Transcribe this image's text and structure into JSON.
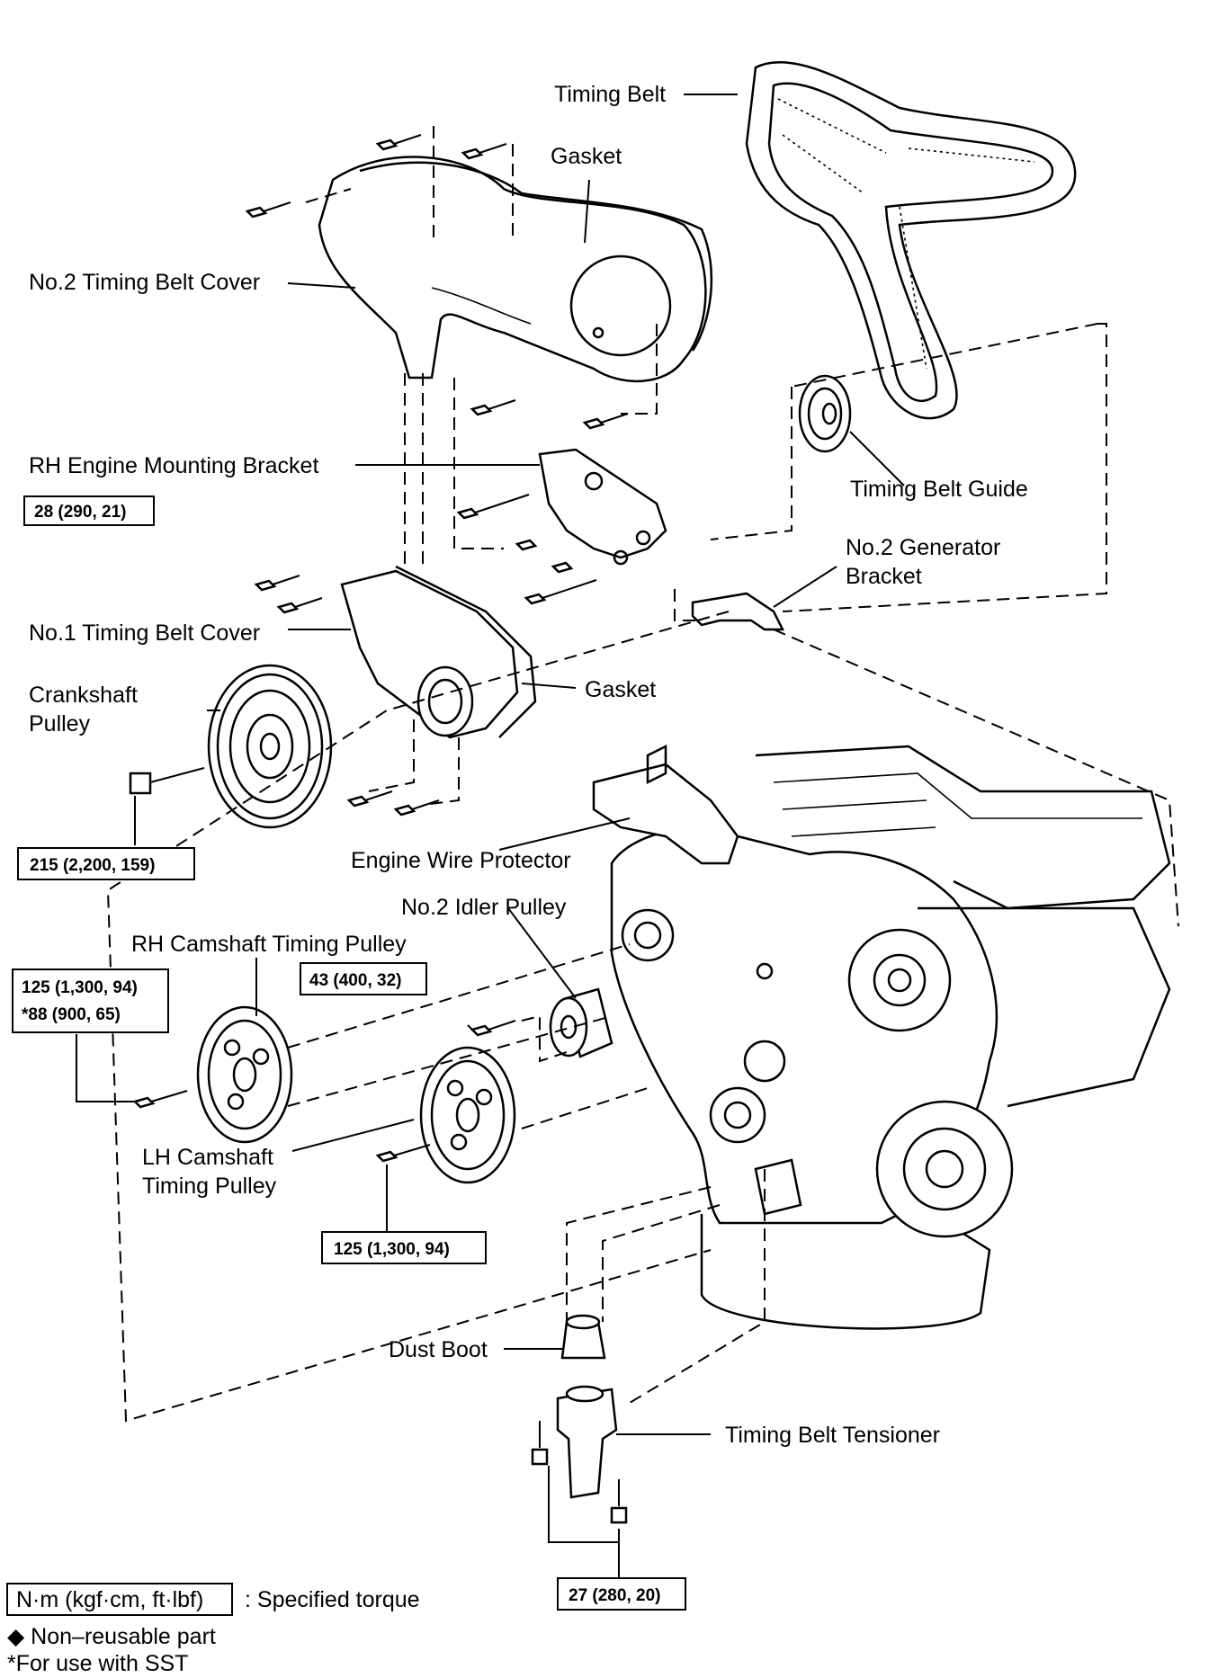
{
  "labels": {
    "timing_belt": "Timing Belt",
    "gasket_top": "Gasket",
    "no2_cover": "No.2 Timing Belt Cover",
    "rh_bracket": "RH Engine Mounting Bracket",
    "belt_guide": "Timing Belt Guide",
    "gen_bracket_1": "No.2 Generator",
    "gen_bracket_2": "Bracket",
    "no1_cover": "No.1 Timing Belt Cover",
    "gasket_mid": "Gasket",
    "crank_1": "Crankshaft",
    "crank_2": "Pulley",
    "wire_protector": "Engine Wire Protector",
    "idler": "No.2 Idler Pulley",
    "rh_cam": "RH Camshaft Timing Pulley",
    "lh_cam_1": "LH Camshaft",
    "lh_cam_2": "Timing Pulley",
    "dust_boot": "Dust Boot",
    "tensioner": "Timing Belt Tensioner"
  },
  "torques": {
    "bracket": "28 (290, 21)",
    "crank": "215 (2,200, 159)",
    "rh_cam_1": "125 (1,300, 94)",
    "rh_cam_2": "*88 (900, 65)",
    "idler": "43 (400, 32)",
    "lh_cam": "125 (1,300, 94)",
    "tensioner": "27 (280, 20)"
  },
  "legend": {
    "unit": "N·m (kgf·cm, ft·lbf)",
    "unit_desc": ": Specified torque",
    "nonreuse": "◆ Non–reusable part",
    "sst": "*For use with SST"
  }
}
